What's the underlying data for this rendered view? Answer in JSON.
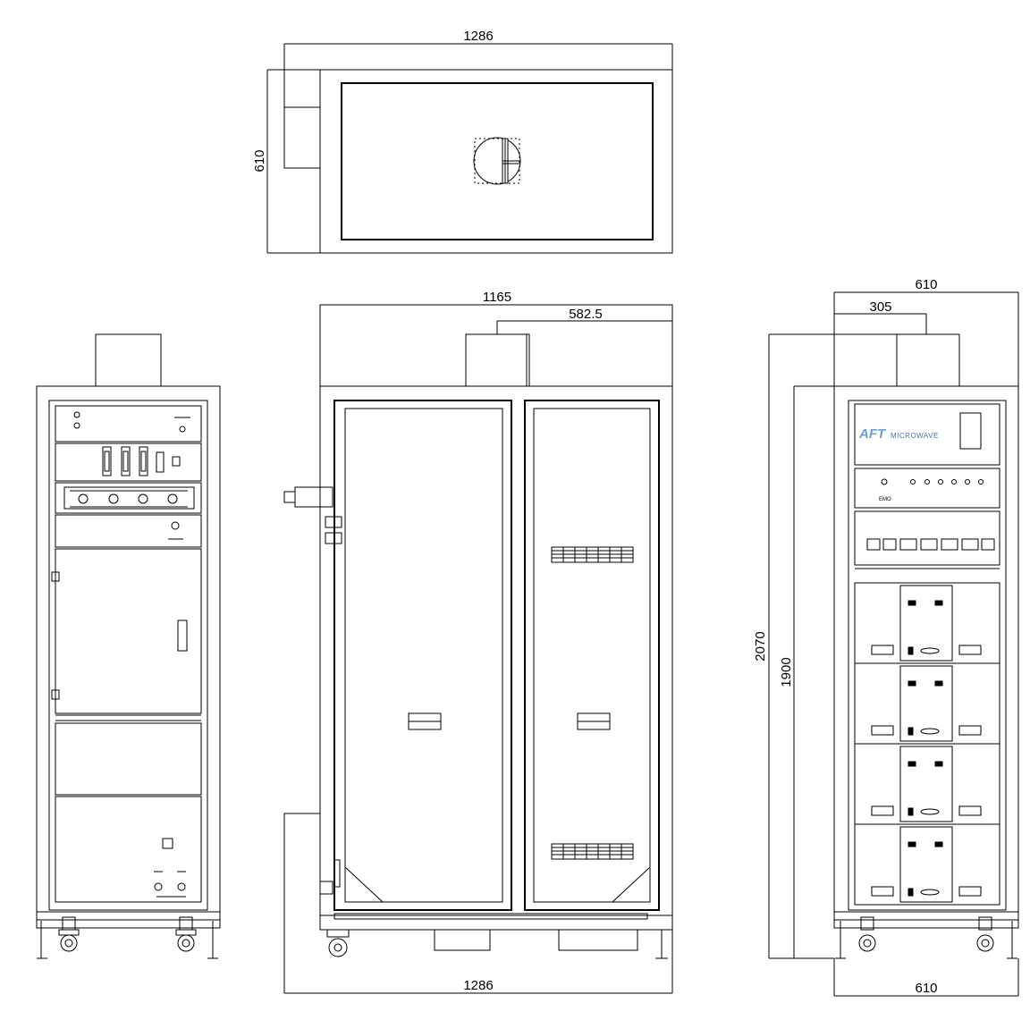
{
  "top_view": {
    "width_dim": "1286",
    "depth_dim": "610"
  },
  "front_view": {
    "width_dim": "1165",
    "half_width_dim": "582.5",
    "overall_width_dim": "1286"
  },
  "side_view": {
    "depth_dim": "610",
    "half_depth_dim": "305",
    "overall_height_dim": "2070",
    "cabinet_height_dim": "1900",
    "bottom_depth_dim": "610",
    "logo_text": "AFT",
    "logo_subtext": "MICROWAVE",
    "emo_label": "EMO"
  }
}
